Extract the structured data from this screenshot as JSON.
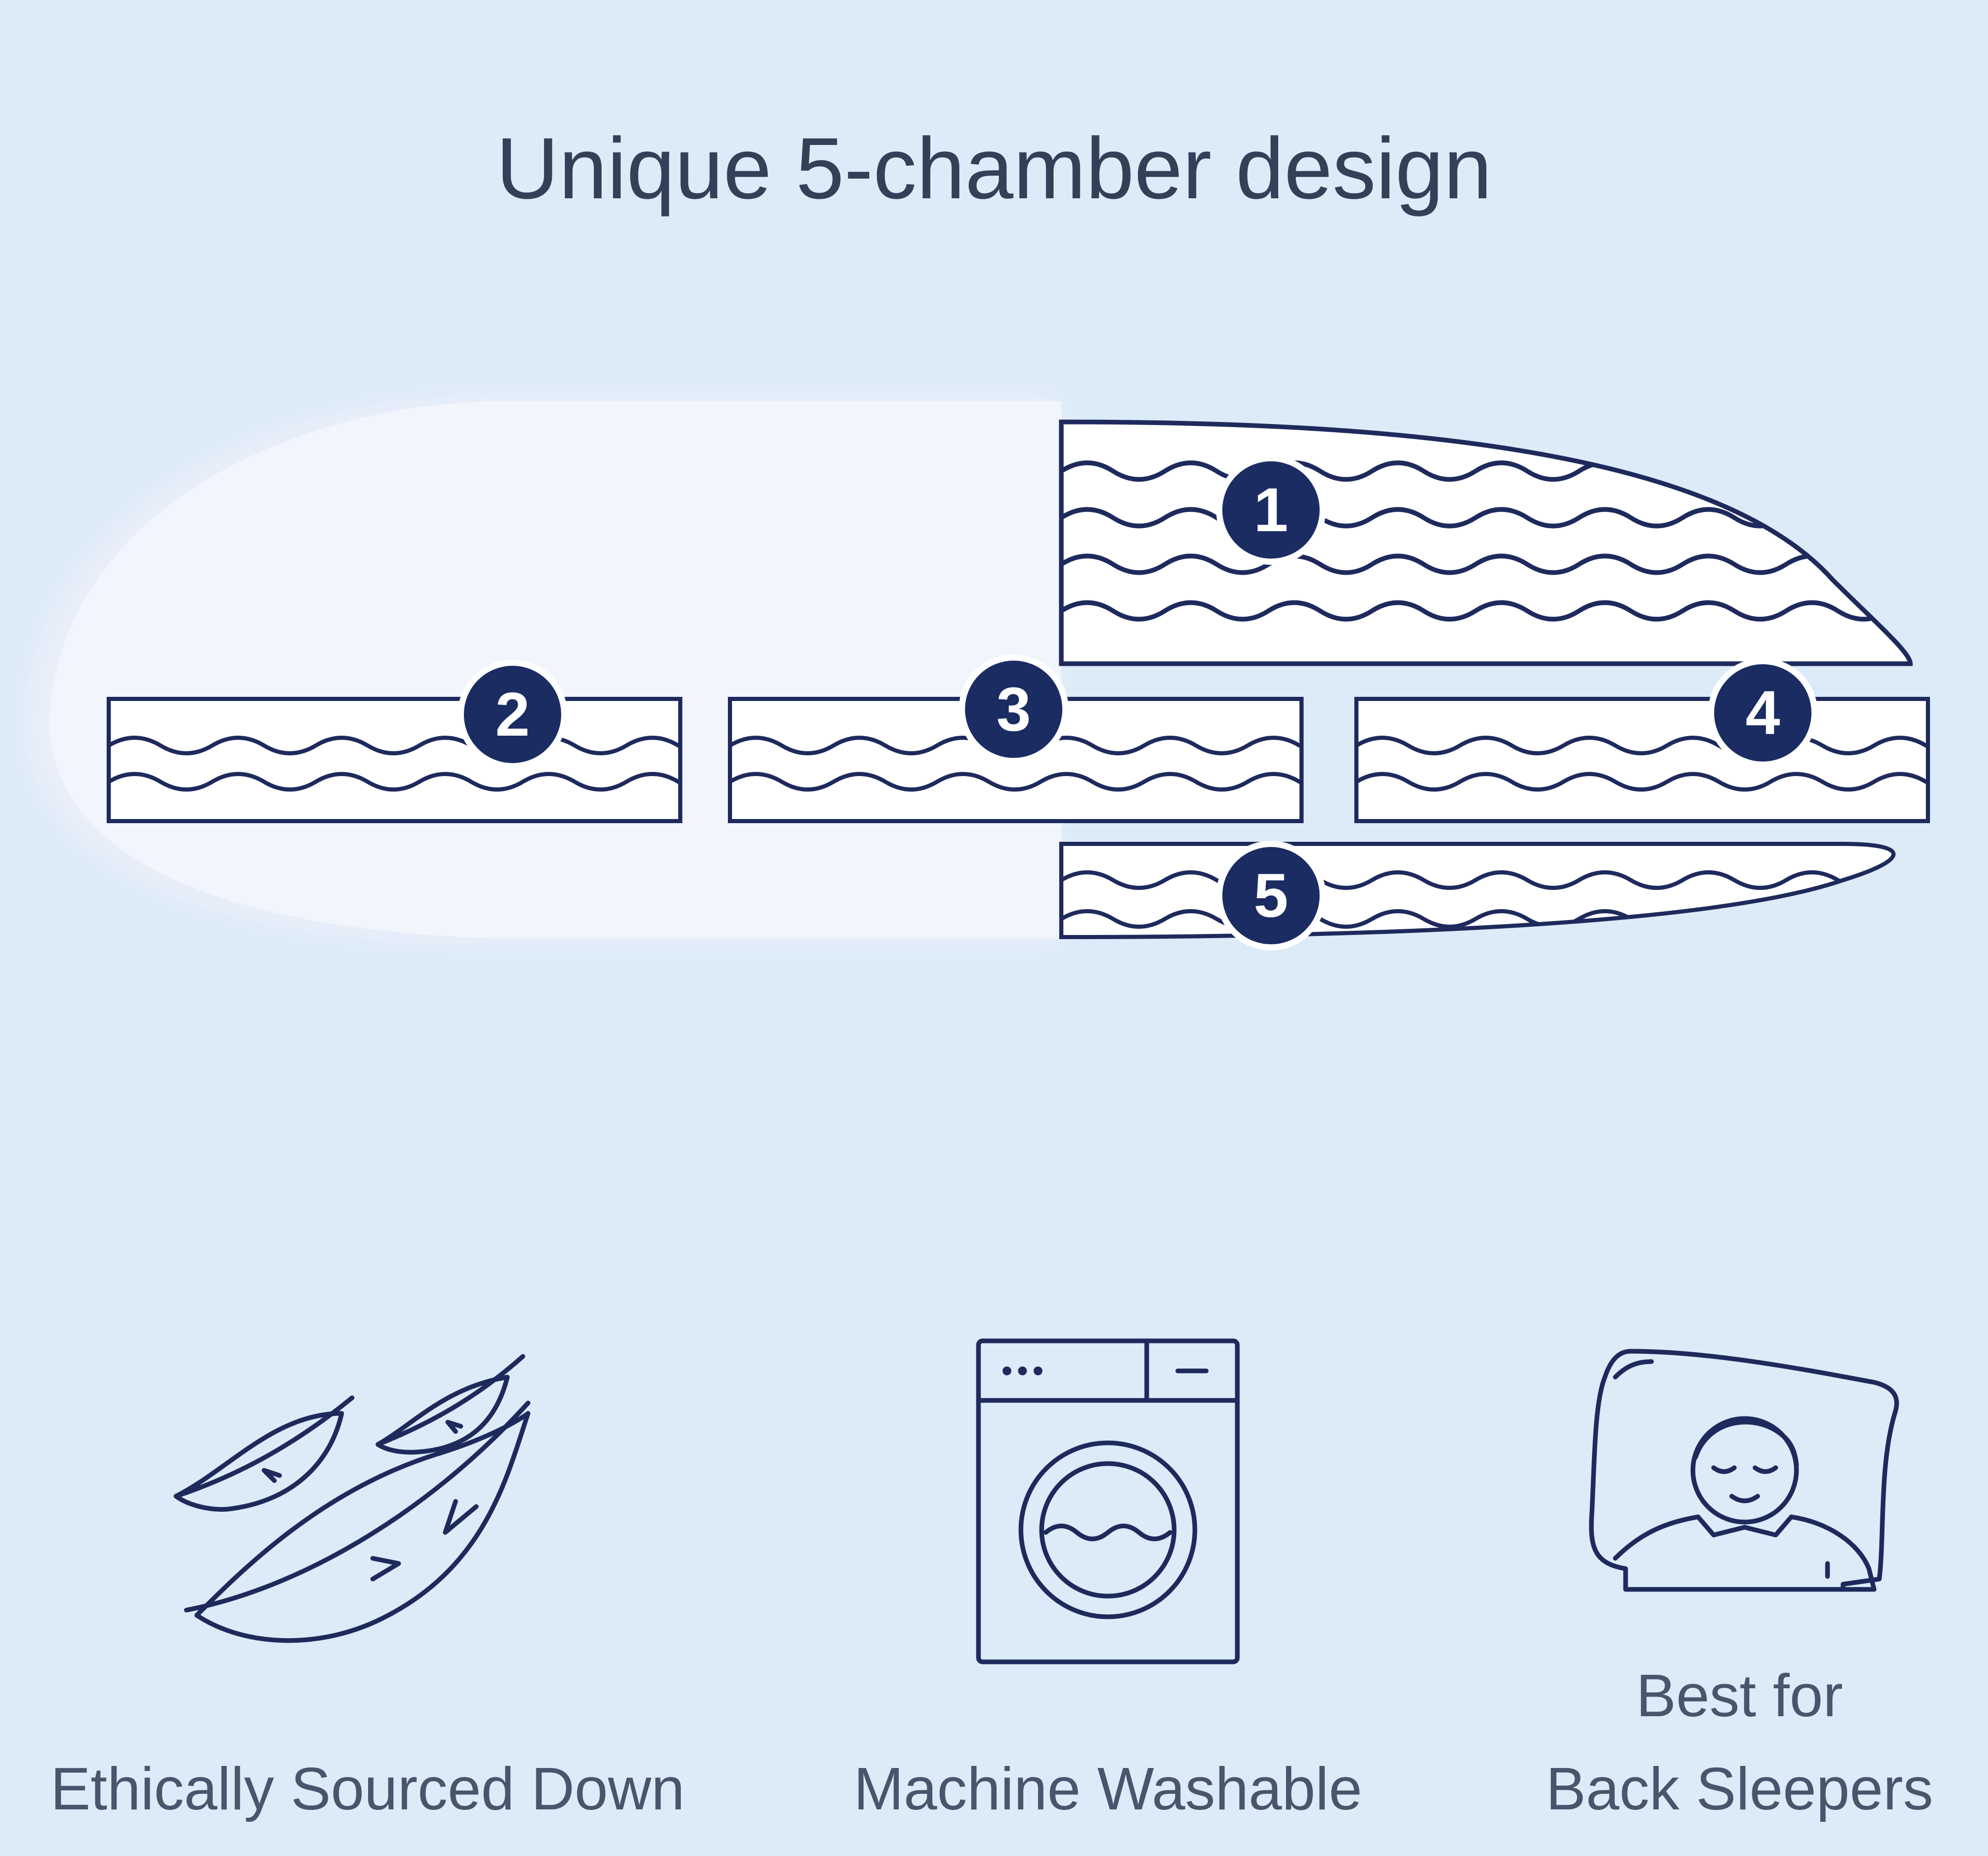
{
  "page": {
    "title": "Unique 5-chamber design"
  },
  "colors": {
    "background": "#dbebf8",
    "outline": "#1e2a5c",
    "badge": "#1b2c63",
    "pillow": "#eef2fb"
  },
  "chambers": [
    {
      "number": "1"
    },
    {
      "number": "2"
    },
    {
      "number": "3"
    },
    {
      "number": "4"
    },
    {
      "number": "5"
    }
  ],
  "features": [
    {
      "icon": "feathers-icon",
      "label": "Ethically Sourced Down"
    },
    {
      "icon": "washing-machine-icon",
      "label": "Machine Washable"
    },
    {
      "icon": "back-sleeper-icon",
      "label_line1": "Best for",
      "label_line2": "Back Sleepers"
    }
  ]
}
